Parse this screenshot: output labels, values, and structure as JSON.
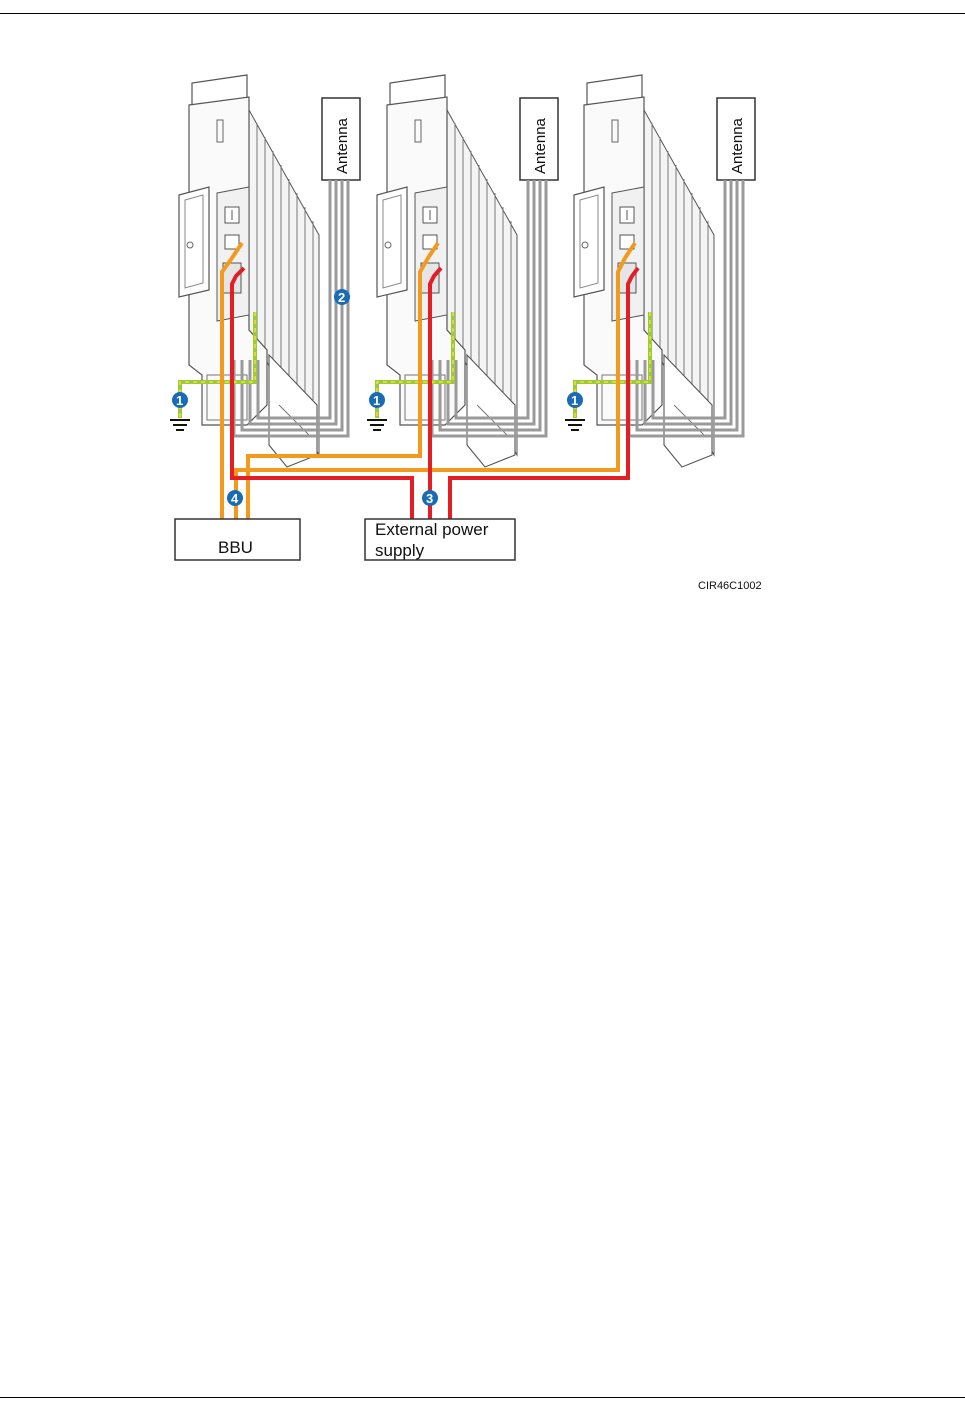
{
  "figure": {
    "code": "CIR46C1002",
    "antenna_labels": [
      "Antenna",
      "Antenna",
      "Antenna"
    ],
    "bbu_label": "BBU",
    "power_label_line1": "External power",
    "power_label_line2": "supply",
    "callouts": [
      "1",
      "2",
      "3",
      "4"
    ]
  },
  "colors": {
    "pgnd_cable": "#9fc93c",
    "pgnd_stripe": "#e8e23a",
    "rf_jumper": "#9a9a9a",
    "power_cable": "#e31e24",
    "cpri_fiber": "#f39a1e",
    "callout": "#1a6bb5",
    "rru_outline": "#555555"
  }
}
